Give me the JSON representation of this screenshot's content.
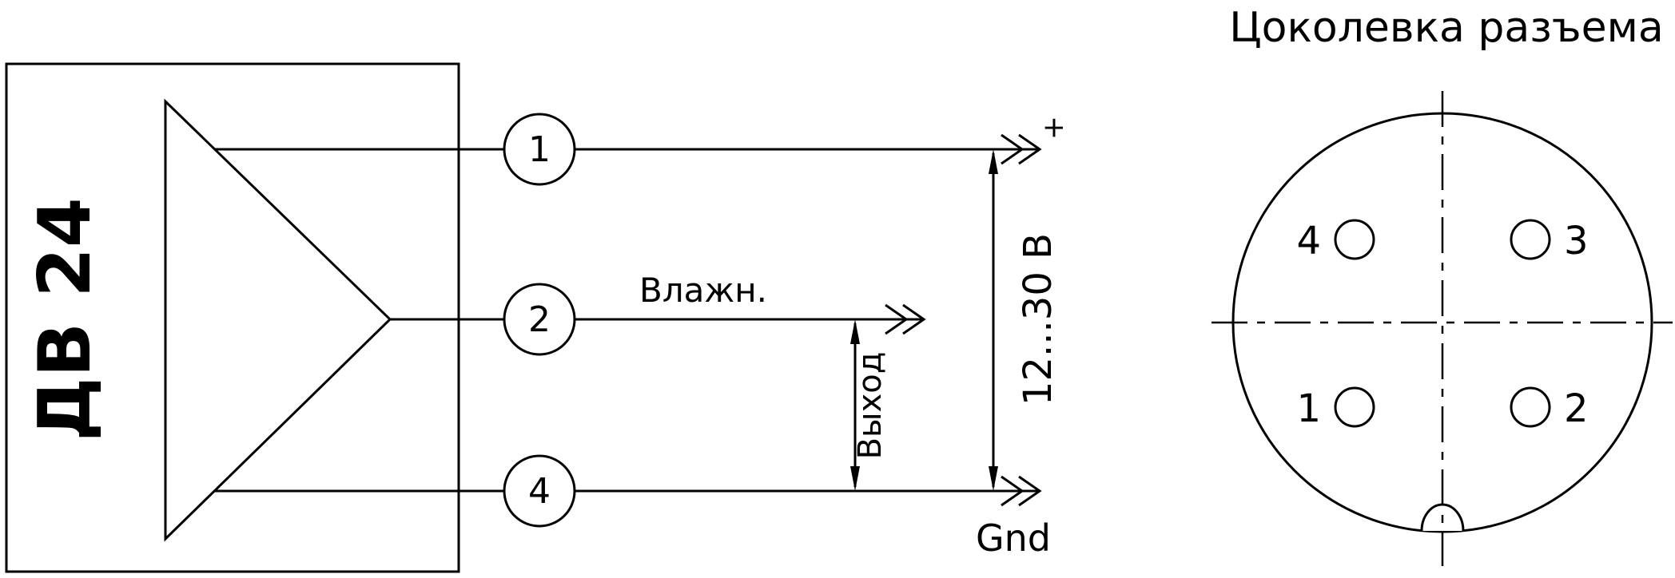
{
  "diagram": {
    "device_label": "ДВ 24",
    "terminals": [
      "1",
      "2",
      "4"
    ],
    "labels": {
      "signal": "Влажн.",
      "output": "Выход",
      "voltage_range": "12...30 В",
      "plus": "+",
      "ground": "Gnd"
    }
  },
  "pinout": {
    "title": "Цоколевка разъема",
    "pin_labels": [
      "4",
      "3",
      "1",
      "2"
    ]
  }
}
